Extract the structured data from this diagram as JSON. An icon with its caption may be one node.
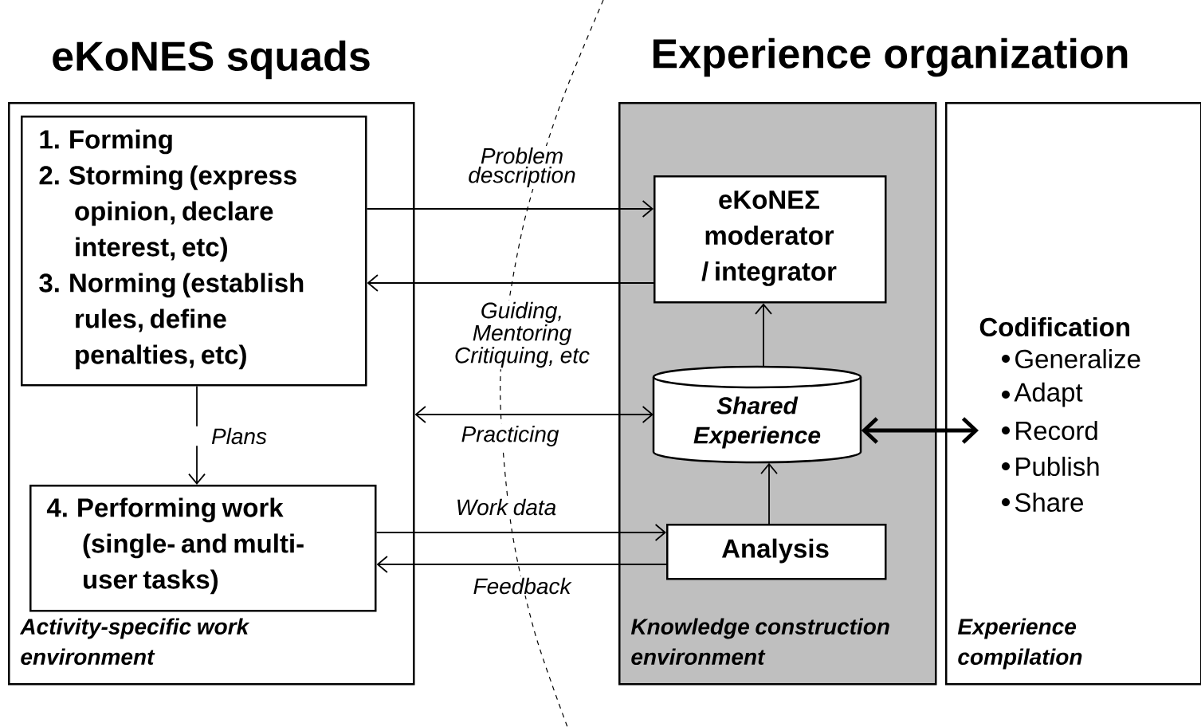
{
  "diagram": {
    "nodes": [
      {
        "text": [
          "eKoNES squads",
          "Activity-specific work environment"
        ]
      },
      {
        "text": [
          "1. Forming",
          "2. Storming (express opinion, declare interest, etc)",
          "3. Norming (establish rules, define penalties, etc)"
        ],
        "in": 0
      },
      {
        "text": [
          "4. Performing work (single- and multi-user tasks)"
        ],
        "in": 0
      },
      {
        "text": [
          "Knowledge construction environment"
        ]
      },
      {
        "text": [
          "eKoNEΣ moderator / integrator"
        ],
        "in": 3
      },
      {
        "text": [
          "Shared Experience"
        ],
        "in": 3
      },
      {
        "text": [
          "Analysis"
        ],
        "in": 3
      },
      {
        "text": [
          "Experience compilation"
        ]
      },
      {
        "text": [
          "Codification",
          "Generalize",
          "Adapt",
          "Record",
          "Publish",
          "Share"
        ],
        "in": 7
      }
    ],
    "edges": [
      {
        "from": 1,
        "to": 4,
        "arrow": "to",
        "label": "Problem description"
      },
      {
        "from": 4,
        "to": 1,
        "arrow": "to",
        "label": "Guiding, Mentoring Critiquing, etc"
      },
      {
        "from": 1,
        "to": 2,
        "arrow": "to",
        "label": "Plans"
      },
      {
        "from": 0,
        "to": 5,
        "arrow": "both",
        "label": "Practicing"
      },
      {
        "from": 2,
        "to": 6,
        "arrow": "to",
        "label": "Work data"
      },
      {
        "from": 6,
        "to": 2,
        "arrow": "to",
        "label": "Feedback"
      },
      {
        "from": 5,
        "to": 4,
        "arrow": "to"
      },
      {
        "from": 6,
        "to": 5,
        "arrow": "to"
      },
      {
        "from": 5,
        "to": 8,
        "arrow": "both",
        "style": "thick"
      }
    ],
    "labels": [
      "Experience organization"
    ]
  }
}
